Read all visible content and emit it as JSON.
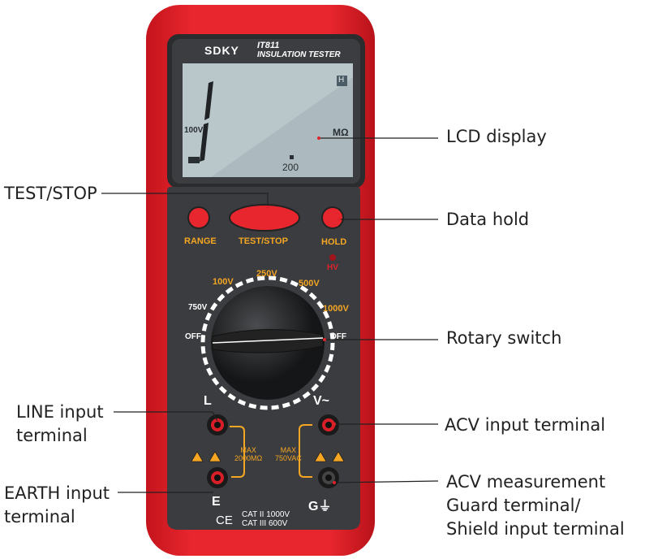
{
  "device": {
    "brand": "SDKY",
    "model": "IT811",
    "subtitle": "INSULATION TESTER",
    "lcd": {
      "voltage": "100V",
      "unit": "MΩ",
      "range": "200",
      "hold_indicator": "H"
    },
    "buttons": {
      "range": "RANGE",
      "test_stop": "TEST/STOP",
      "hold": "HOLD",
      "hv": "HV"
    },
    "dial": {
      "positions": [
        "OFF",
        "750V",
        "100V",
        "250V",
        "500V",
        "1000V",
        "OFF"
      ]
    },
    "terminals": {
      "line": "L",
      "earth": "E",
      "acv": "V~",
      "guard": "G⏚"
    },
    "max_left": [
      "MAX",
      "2000MΩ"
    ],
    "max_right": [
      "MAX",
      "750VAC"
    ],
    "cat": [
      "CAT II 1000V",
      "CAT III 600V"
    ],
    "ce": "CE",
    "colors": {
      "body": "#e0222a",
      "panel": "#3a3c3f",
      "lcd": "#b9c7cb",
      "accent": "#f5a623"
    }
  },
  "annotations": {
    "lcd_display": "LCD display",
    "test_stop": "TEST/STOP",
    "data_hold": "Data hold",
    "rotary_switch": "Rotary switch",
    "line_input": [
      "LINE input",
      "terminal"
    ],
    "acv_input": "ACV input terminal",
    "earth_input": [
      "EARTH input",
      "terminal"
    ],
    "acv_guard": [
      "ACV measurement",
      "Guard terminal/",
      "Shield input terminal"
    ]
  }
}
